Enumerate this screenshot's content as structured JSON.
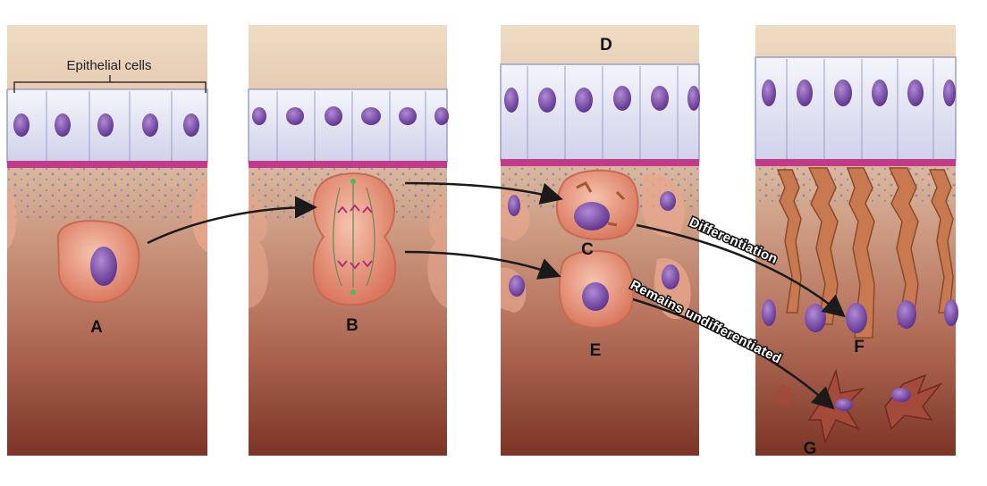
{
  "labels": {
    "epithelial_cells": "Epithelial cells",
    "a": "A",
    "b": "B",
    "c": "C",
    "d": "D",
    "e": "E",
    "f": "F",
    "g": "G"
  },
  "arrows": {
    "differentiation": "Differentiation",
    "remains_undifferentiated": "Remains undifferentiated"
  },
  "colors": {
    "tissue_top": "#ecd6bc",
    "tissue_bottom": "#8a3f2e",
    "epithelium": "#e6e7f4",
    "nucleus": "#7a4aa6",
    "membrane": "#c23a8a",
    "cell_body": "#e98f70",
    "arrow": "#1a1a1a"
  }
}
